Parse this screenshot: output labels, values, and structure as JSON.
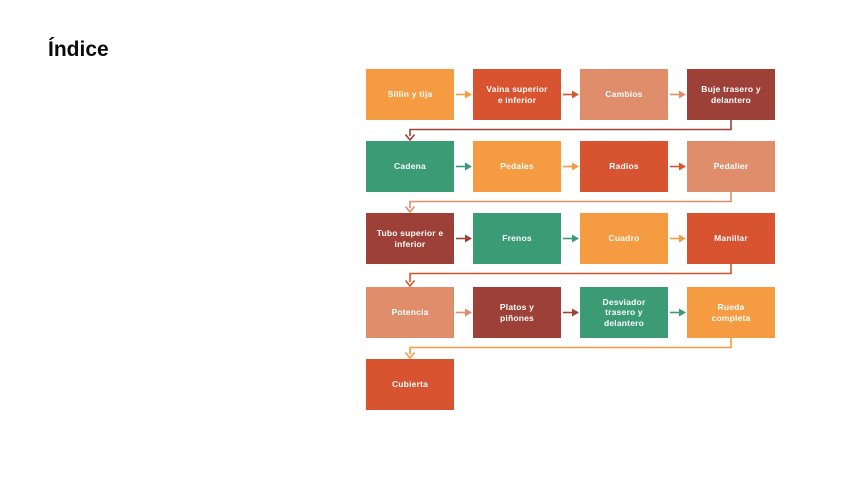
{
  "page": {
    "title": "Índice"
  },
  "palette": {
    "orange": "#F59B42",
    "red": "#D8532F",
    "salmon": "#E08D6B",
    "maroon": "#9D4038",
    "green": "#3A9B75",
    "text": "#FFFFFF",
    "title_text": "#0B0B0B",
    "background": "#FFFFFF"
  },
  "flowchart": {
    "rows": [
      {
        "boxes": [
          {
            "label": "Sillin y tija",
            "lines": [
              "Sillin y tija"
            ],
            "color": "orange"
          },
          {
            "label": "Vaina superior e inferior",
            "lines": [
              "Vaina superior",
              "e inferior"
            ],
            "color": "red"
          },
          {
            "label": "Cambios",
            "lines": [
              "Cambios"
            ],
            "color": "salmon"
          },
          {
            "label": "Buje trasero y delantero",
            "lines": [
              "Buje trasero y",
              "delantero"
            ],
            "color": "maroon"
          }
        ]
      },
      {
        "boxes": [
          {
            "label": "Cadena",
            "lines": [
              "Cadena"
            ],
            "color": "green"
          },
          {
            "label": "Pedales",
            "lines": [
              "Pedales"
            ],
            "color": "orange"
          },
          {
            "label": "Radios",
            "lines": [
              "Radios"
            ],
            "color": "red"
          },
          {
            "label": "Pedalier",
            "lines": [
              "Pedalier"
            ],
            "color": "salmon"
          }
        ]
      },
      {
        "boxes": [
          {
            "label": "Tubo superior e inferior",
            "lines": [
              "Tubo superior e",
              "inferior"
            ],
            "color": "maroon"
          },
          {
            "label": "Frenos",
            "lines": [
              "Frenos"
            ],
            "color": "green"
          },
          {
            "label": "Cuadro",
            "lines": [
              "Cuadro"
            ],
            "color": "orange"
          },
          {
            "label": "Manillar",
            "lines": [
              "Manillar"
            ],
            "color": "red"
          }
        ]
      },
      {
        "boxes": [
          {
            "label": "Potencia",
            "lines": [
              "Potencia"
            ],
            "color": "salmon"
          },
          {
            "label": "Platos y piñones",
            "lines": [
              "Platos y",
              "piñones"
            ],
            "color": "maroon"
          },
          {
            "label": "Desviador trasero y delantero",
            "lines": [
              "Desviador",
              "trasero y",
              "delantero"
            ],
            "color": "green"
          },
          {
            "label": "Rueda completa",
            "lines": [
              "Rueda",
              "completa"
            ],
            "color": "orange"
          }
        ]
      },
      {
        "boxes": [
          {
            "label": "Cubierta",
            "lines": [
              "Cubierta"
            ],
            "color": "red"
          }
        ]
      }
    ]
  }
}
